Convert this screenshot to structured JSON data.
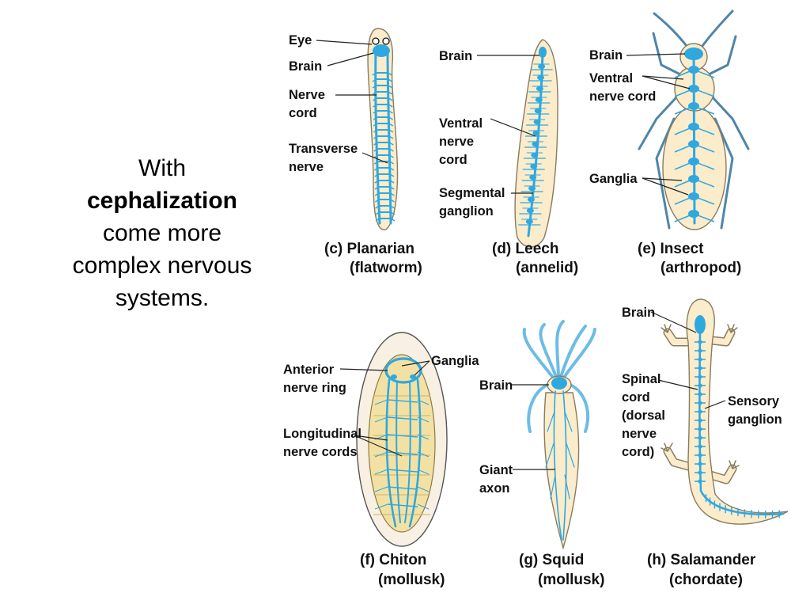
{
  "slide": {
    "text": {
      "line1": "With",
      "line2": "cephalization",
      "line3": "come more",
      "line4": "complex nervous",
      "line5": "systems."
    }
  },
  "colors": {
    "nerve": "#2fa8e0",
    "body": "#fbeccb"
  },
  "panels": {
    "planarian": {
      "caption": [
        "(c) Planarian",
        "(flatworm)"
      ],
      "labels": {
        "eye": [
          "Eye"
        ],
        "brain": [
          "Brain"
        ],
        "nerve_cord": [
          "Nerve",
          "cord"
        ],
        "transverse_nerve": [
          "Transverse",
          "nerve"
        ]
      }
    },
    "leech": {
      "caption": [
        "(d) Leech",
        "(annelid)"
      ],
      "labels": {
        "brain": [
          "Brain"
        ],
        "ventral_nerve_cord": [
          "Ventral",
          "nerve",
          "cord"
        ],
        "segmental_ganglion": [
          "Segmental",
          "ganglion"
        ]
      }
    },
    "insect": {
      "caption": [
        "(e) Insect",
        "(arthropod)"
      ],
      "labels": {
        "brain": [
          "Brain"
        ],
        "ventral_nerve_cord": [
          "Ventral",
          "nerve cord"
        ],
        "ganglia": [
          "Ganglia"
        ]
      }
    },
    "chiton": {
      "caption": [
        "(f) Chiton",
        "(mollusk)"
      ],
      "labels": {
        "anterior_nerve_ring": [
          "Anterior",
          "nerve ring"
        ],
        "ganglia": [
          "Ganglia"
        ],
        "longitudinal_nerve_cords": [
          "Longitudinal",
          "nerve cords"
        ]
      }
    },
    "squid": {
      "caption": [
        "(g) Squid",
        "(mollusk)"
      ],
      "labels": {
        "brain": [
          "Brain"
        ],
        "giant_axon": [
          "Giant",
          "axon"
        ]
      }
    },
    "salamander": {
      "caption": [
        "(h) Salamander",
        "(chordate)"
      ],
      "labels": {
        "brain": [
          "Brain"
        ],
        "spinal_cord": [
          "Spinal",
          "cord",
          "(dorsal",
          "nerve",
          "cord)"
        ],
        "sensory_ganglion": [
          "Sensory",
          "ganglion"
        ]
      }
    }
  }
}
